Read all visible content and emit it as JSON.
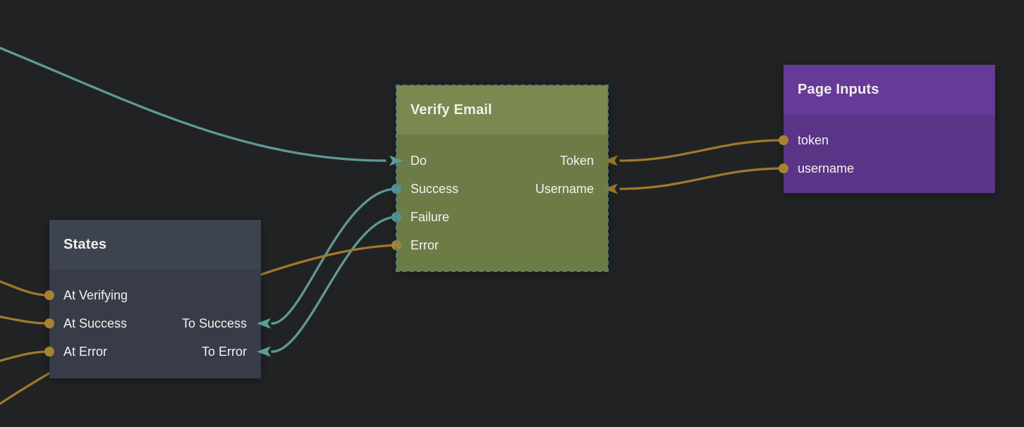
{
  "app": "visual-node-editor",
  "colors": {
    "canvas_bg": "#212224",
    "wire_teal": "#5f9a96",
    "wire_orange": "#a1782a",
    "dot_teal": "#4f929c",
    "dot_orange": "#a8822f",
    "arrow_teal": "#5aa092",
    "arrow_orange": "#96722a",
    "ve_header": "#7a8950",
    "ve_body": "#6d7c47",
    "pi_header": "#663a99",
    "pi_body": "#5a3486",
    "st_header": "#3e4350",
    "st_body": "#373c48",
    "selection_border": "#4e7e82",
    "title_text": "#f1efe9",
    "label_text": "#f3f2ed"
  },
  "nodes": [
    {
      "title": "Verify Email",
      "selected": true,
      "left_ports": [
        {
          "label": "Do",
          "connector": "arrow-in",
          "color": "teal"
        },
        {
          "label": "Success",
          "connector": "dot",
          "color": "teal"
        },
        {
          "label": "Failure",
          "connector": "dot",
          "color": "teal"
        },
        {
          "label": "Error",
          "connector": "dot",
          "color": "orange"
        }
      ],
      "right_ports": [
        {
          "label": "Token",
          "connector": "arrow-in",
          "color": "orange"
        },
        {
          "label": "Username",
          "connector": "arrow-in",
          "color": "orange"
        }
      ]
    },
    {
      "title": "Page Inputs",
      "selected": false,
      "left_ports": [
        {
          "label": "token",
          "connector": "dot",
          "color": "orange"
        },
        {
          "label": "username",
          "connector": "dot",
          "color": "orange"
        }
      ],
      "right_ports": []
    },
    {
      "title": "States",
      "selected": false,
      "left_ports": [
        {
          "label": "At Verifying",
          "connector": "dot",
          "color": "orange"
        },
        {
          "label": "At Success",
          "connector": "dot",
          "color": "orange"
        },
        {
          "label": "At Error",
          "connector": "dot",
          "color": "orange"
        }
      ],
      "right_ports": [
        {
          "label": "To Success",
          "connector": "arrow-in",
          "color": "teal"
        },
        {
          "label": "To Error",
          "connector": "arrow-in",
          "color": "teal"
        }
      ]
    }
  ],
  "connections": [
    {
      "from": "offscreen-left",
      "to": "Verify Email.Do",
      "color": "teal"
    },
    {
      "from": "Page Inputs.token",
      "to": "Verify Email.Token",
      "color": "orange"
    },
    {
      "from": "Page Inputs.username",
      "to": "Verify Email.Username",
      "color": "orange"
    },
    {
      "from": "Verify Email.Success",
      "to": "States.To Success",
      "color": "teal"
    },
    {
      "from": "Verify Email.Failure",
      "to": "States.To Error",
      "color": "teal"
    },
    {
      "from": "Verify Email.Error",
      "to": "offscreen-bottom-left",
      "color": "orange"
    },
    {
      "from": "offscreen-left",
      "to": "States.At Verifying",
      "color": "orange"
    },
    {
      "from": "offscreen-left",
      "to": "States.At Success",
      "color": "orange"
    },
    {
      "from": "offscreen-left",
      "to": "States.At Error",
      "color": "orange"
    }
  ]
}
